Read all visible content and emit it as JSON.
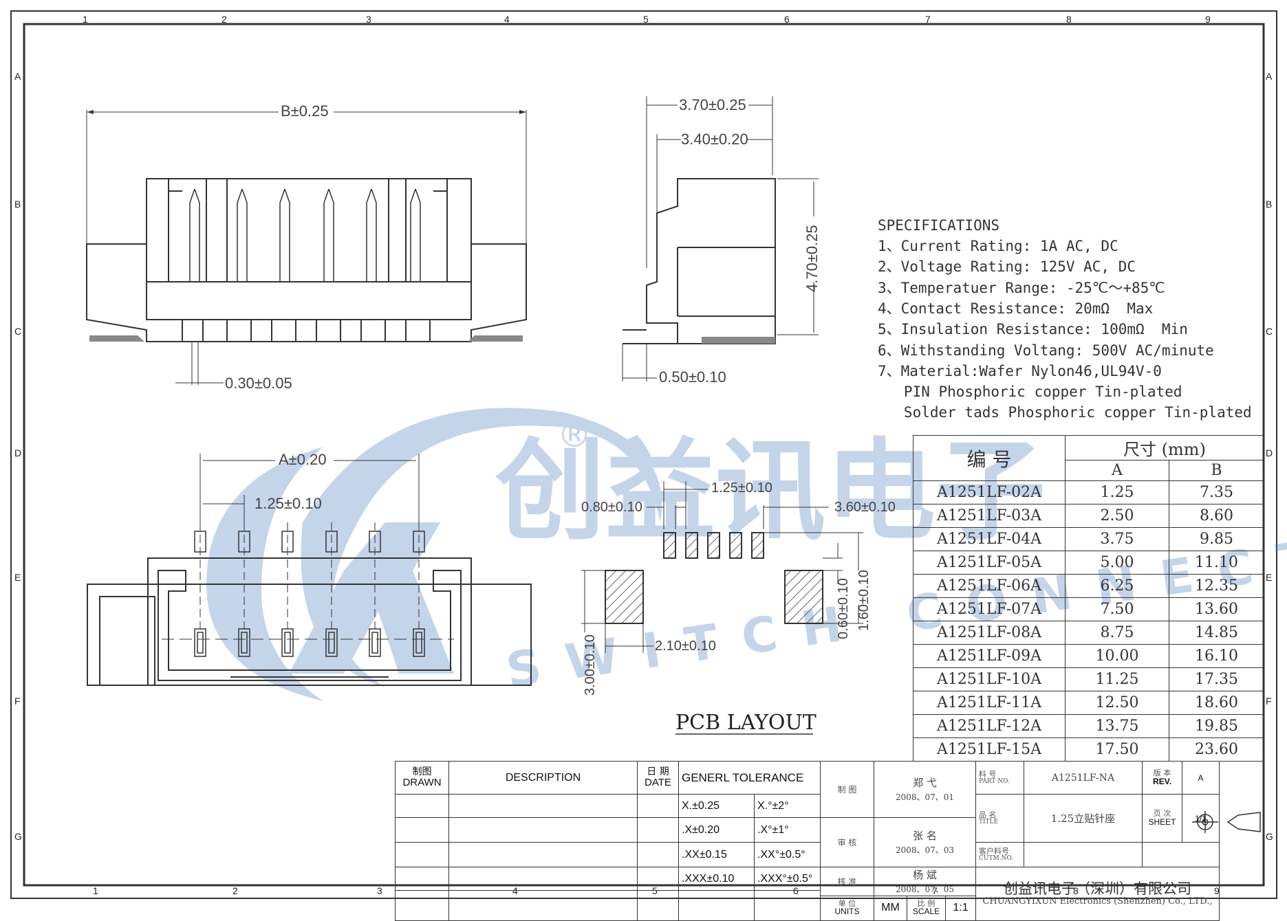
{
  "border": {
    "col_labels": [
      "1",
      "2",
      "3",
      "4",
      "5",
      "6",
      "7",
      "8",
      "9"
    ],
    "row_labels": [
      "A",
      "B",
      "C",
      "D",
      "E",
      "F",
      "G"
    ]
  },
  "front_view": {
    "dim_overall": "B±0.25",
    "dim_pin_width": "0.30±0.05"
  },
  "side_view": {
    "dim_depth_outer": "3.70±0.25",
    "dim_depth_inner": "3.40±0.20",
    "dim_height": "4.70±0.25",
    "dim_foot": "0.50±0.10"
  },
  "top_view": {
    "dim_span": "A±0.20",
    "dim_pitch": "1.25±0.10"
  },
  "pcb_layout": {
    "title": "PCB LAYOUT",
    "dim_pitch": "1.25±0.10",
    "dim_pad_width": "0.80±0.10",
    "dim_offset": "3.60±0.10",
    "dim_tab_width": "2.10±0.10",
    "dim_tab_height": "3.00±0.10",
    "dim_pad_height": "0.60±0.10",
    "dim_gap": "1.60±0.10"
  },
  "watermark": {
    "mark": "®",
    "brand_cn": "创益讯电子",
    "brand_en": "SWITCH CONNECTOR"
  },
  "specifications": {
    "heading": "SPECIFICATIONS",
    "lines": [
      "1、Current Rating: 1A AC, DC",
      "2、Voltage Rating: 125V AC, DC",
      "3、Temperatuer Range: -25℃～+85℃",
      "4、Contact Resistance: 20mΩ  Max",
      "5、Insulation Resistance: 100mΩ  Min",
      "6、Withstanding Voltang: 500V AC/minute",
      "7、Material:Wafer Nylon46,UL94V-0",
      "   PIN Phosphoric copper Tin-plated",
      "   Solder tads Phosphoric copper Tin-plated"
    ]
  },
  "part_table": {
    "header_part": "编  号",
    "header_size": "尺寸 (mm)",
    "col_a": "A",
    "col_b": "B",
    "rows": [
      {
        "part": "A1251LF-02A",
        "a": "1.25",
        "b": "7.35"
      },
      {
        "part": "A1251LF-03A",
        "a": "2.50",
        "b": "8.60"
      },
      {
        "part": "A1251LF-04A",
        "a": "3.75",
        "b": "9.85"
      },
      {
        "part": "A1251LF-05A",
        "a": "5.00",
        "b": "11.10"
      },
      {
        "part": "A1251LF-06A",
        "a": "6.25",
        "b": "12.35"
      },
      {
        "part": "A1251LF-07A",
        "a": "7.50",
        "b": "13.60"
      },
      {
        "part": "A1251LF-08A",
        "a": "8.75",
        "b": "14.85"
      },
      {
        "part": "A1251LF-09A",
        "a": "10.00",
        "b": "16.10"
      },
      {
        "part": "A1251LF-10A",
        "a": "11.25",
        "b": "17.35"
      },
      {
        "part": "A1251LF-11A",
        "a": "12.50",
        "b": "18.60"
      },
      {
        "part": "A1251LF-12A",
        "a": "13.75",
        "b": "19.85"
      },
      {
        "part": "A1251LF-15A",
        "a": "17.50",
        "b": "23.60"
      }
    ]
  },
  "title_block": {
    "drawn_cn": "制图",
    "drawn_en": "DRAWN",
    "description": "DESCRIPTION",
    "date_cn": "日 期",
    "date_en": "DATE",
    "tolerance_title": "GENERL TOLERANCE",
    "tolerances": [
      {
        "lin": "X.±0.25",
        "ang": "X.°±2°"
      },
      {
        "lin": ".X±0.20",
        "ang": ".X°±1°"
      },
      {
        "lin": ".XX±0.15",
        "ang": ".XX°±0.5°"
      },
      {
        "lin": ".XXX±0.10",
        "ang": ".XXX°±0.5°"
      }
    ],
    "draw_label": "制  图",
    "draw_name": "郑  弋",
    "draw_date": "2008、07、01",
    "check_label": "审  核",
    "check_name": "张  名",
    "check_date": "2008、07、03",
    "approve_label": "核  准",
    "approve_name": "杨  斌",
    "approve_date": "2008、07、05",
    "units_cn": "单 位",
    "units_en": "UNITS",
    "units_value": "MM",
    "scale_cn": "比 例",
    "scale_en": "SCALE",
    "scale_value": "1:1",
    "part_no_cn": "料 号",
    "part_no_en": "PART NO.",
    "part_no_value": "A1251LF-NA",
    "title_cn": "品 名",
    "title_en": "TITLE",
    "title_value": "1.25立贴针座",
    "cust_cn": "客户料号",
    "cust_en": "CUTM.NO.",
    "rev_cn": "版 本",
    "rev_en": "REV.",
    "rev_value": "A",
    "sheet_cn": "页 次",
    "sheet_en": "SHEET",
    "sheet_value": "1/1",
    "company_cn": "创益讯电子（深圳）有限公司",
    "company_en": "CHUANGYIXUN Electronics (Shenzhen) Co., LTD.,"
  }
}
